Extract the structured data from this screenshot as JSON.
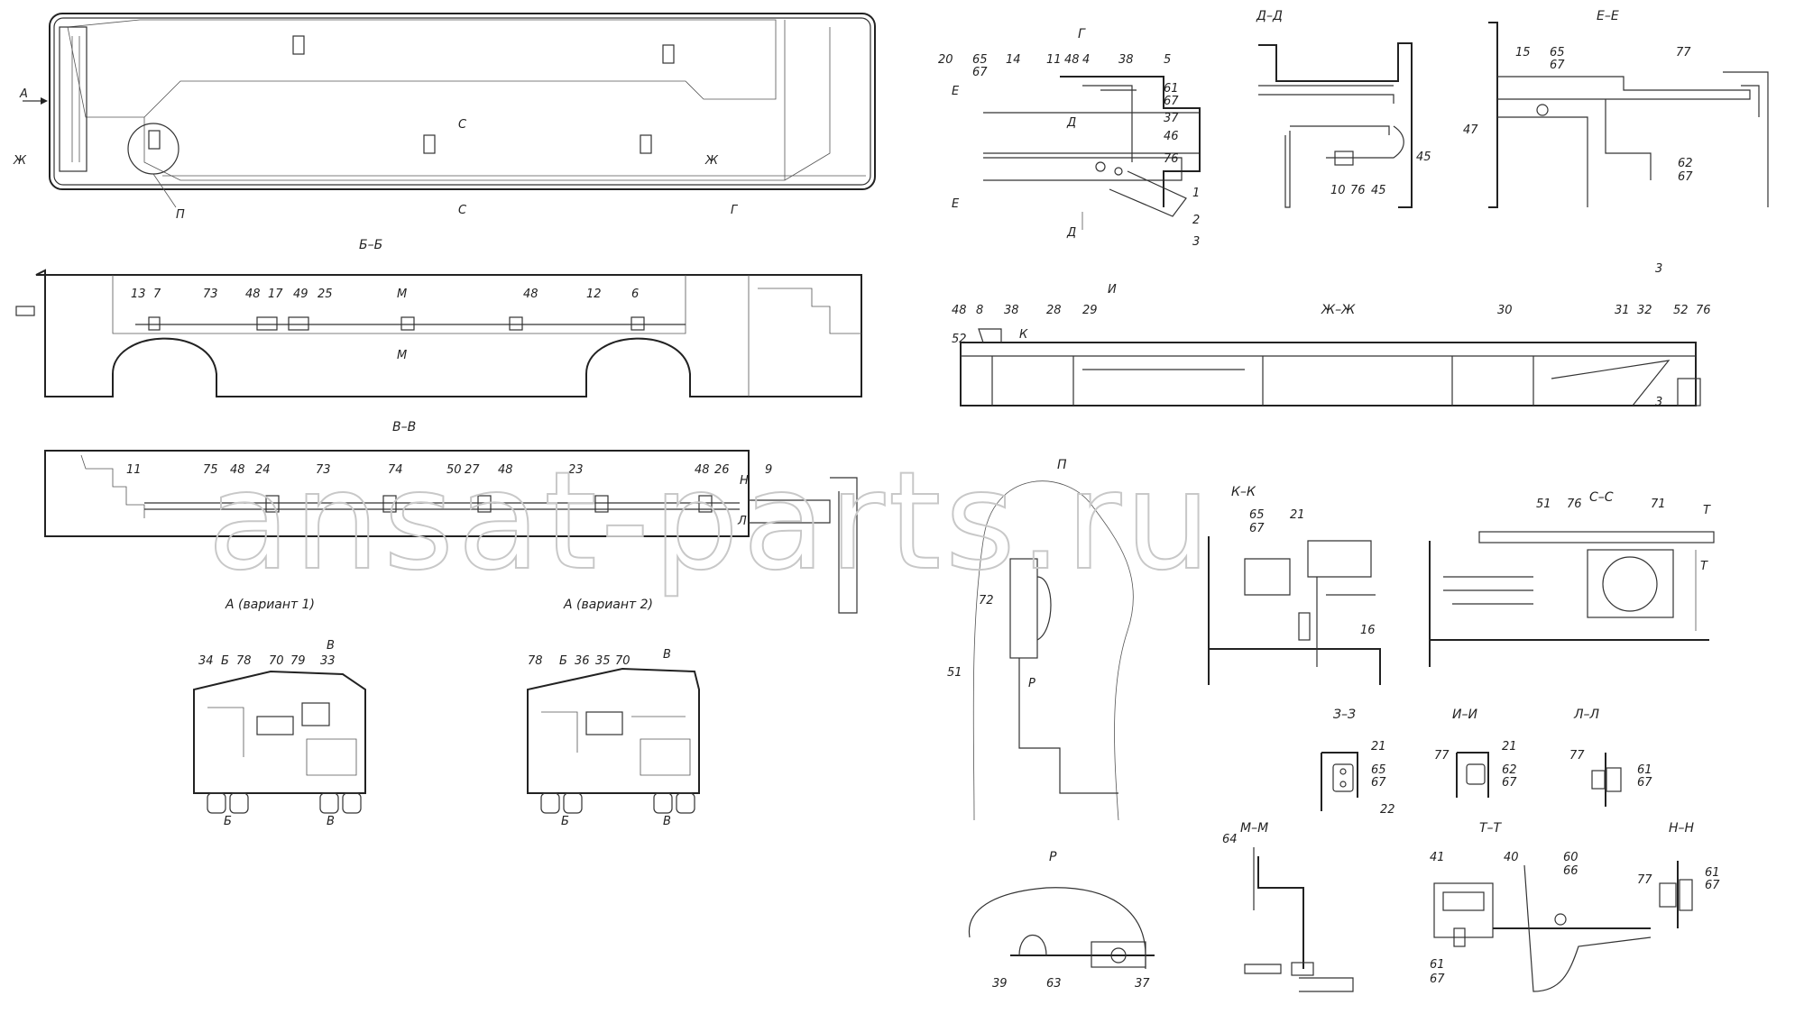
{
  "watermark": "ansat-parts.ru",
  "views": {
    "g": "Г",
    "dd": "Д–Д",
    "ee": "Е–Е",
    "bb": "Б–Б",
    "zhzh": "Ж–Ж",
    "vv": "В–В",
    "p": "П",
    "kk": "К–К",
    "ss": "С–С",
    "a1": "А (вариант 1)",
    "a2": "А (вариант 2)",
    "zz": "З–З",
    "ii": "И–И",
    "ll": "Л–Л",
    "mm": "М–М",
    "tt": "Т–Т",
    "nn": "Н–Н",
    "r": "Р"
  },
  "labels": {
    "top_a": "А",
    "top_zh": "Ж",
    "top_s1": "С",
    "top_s2": "С",
    "top_zh2": "Ж",
    "top_g": "Г",
    "top_p": "П",
    "g_20": "20",
    "g_65": "65",
    "g_67": "67",
    "g_14": "14",
    "g_11": "11",
    "g_48": "48",
    "g_4": "4",
    "g_38": "38",
    "g_5": "5",
    "g_61": "61",
    "g_67b": "67",
    "g_37": "37",
    "g_46": "46",
    "g_76": "76",
    "g_1": "1",
    "g_2": "2",
    "g_3": "3",
    "g_e1": "Е",
    "g_e2": "Е",
    "g_d1": "Д",
    "g_d2": "Д",
    "dd_45a": "45",
    "dd_10": "10",
    "dd_76": "76",
    "dd_45b": "45",
    "ee_15": "15",
    "ee_65": "65",
    "ee_67": "67",
    "ee_77": "77",
    "ee_47": "47",
    "ee_62": "62",
    "ee_67b": "67",
    "bb_13": "13",
    "bb_7": "7",
    "bb_73": "73",
    "bb_48": "48",
    "bb_17": "17",
    "bb_49": "49",
    "bb_25": "25",
    "bb_m1": "М",
    "bb_m2": "М",
    "bb_48b": "48",
    "bb_12": "12",
    "bb_6": "6",
    "zh_48": "48",
    "zh_8": "8",
    "zh_38": "38",
    "zh_52": "52",
    "zh_k": "К",
    "zh_28": "28",
    "zh_29": "29",
    "zh_i": "И",
    "zh_30": "30",
    "zh_31": "31",
    "zh_32": "32",
    "zh_3a": "3",
    "zh_52b": "52",
    "zh_76": "76",
    "zh_3b": "3",
    "vv_11": "11",
    "vv_75": "75",
    "vv_48": "48",
    "vv_24": "24",
    "vv_73": "73",
    "vv_74": "74",
    "vv_50": "50",
    "vv_27": "27",
    "vv_48b": "48",
    "vv_23": "23",
    "vv_48c": "48",
    "vv_26": "26",
    "vv_9": "9",
    "vv_n": "Н",
    "vv_l": "Л",
    "p_72": "72",
    "p_51": "51",
    "p_r": "Р",
    "kk_65": "65",
    "kk_67": "67",
    "kk_21": "21",
    "kk_16": "16",
    "ss_51": "51",
    "ss_76": "76",
    "ss_71": "71",
    "ss_t1": "Т",
    "ss_t2": "Т",
    "a1_34": "34",
    "a1_b": "Б",
    "a1_78": "78",
    "a1_70": "70",
    "a1_79": "79",
    "a1_33": "33",
    "a1_v": "В",
    "a1_b2": "Б",
    "a1_v2": "В",
    "a2_78": "78",
    "a2_b": "Б",
    "a2_36": "36",
    "a2_35": "35",
    "a2_70": "70",
    "a2_v": "В",
    "a2_b2": "Б",
    "a2_v2": "В",
    "zz_21": "21",
    "zz_65": "65",
    "zz_67": "67",
    "zz_22": "22",
    "ii_77": "77",
    "ii_21": "21",
    "ii_62": "62",
    "ii_67": "67",
    "ll_77": "77",
    "ll_61": "61",
    "ll_67": "67",
    "mm_64": "64",
    "tt_41": "41",
    "tt_40": "40",
    "tt_60": "60",
    "tt_66": "66",
    "tt_61": "61",
    "tt_67": "67",
    "nn_77": "77",
    "nn_61": "61",
    "nn_67": "67",
    "r_39": "39",
    "r_63": "63",
    "r_37": "37"
  }
}
